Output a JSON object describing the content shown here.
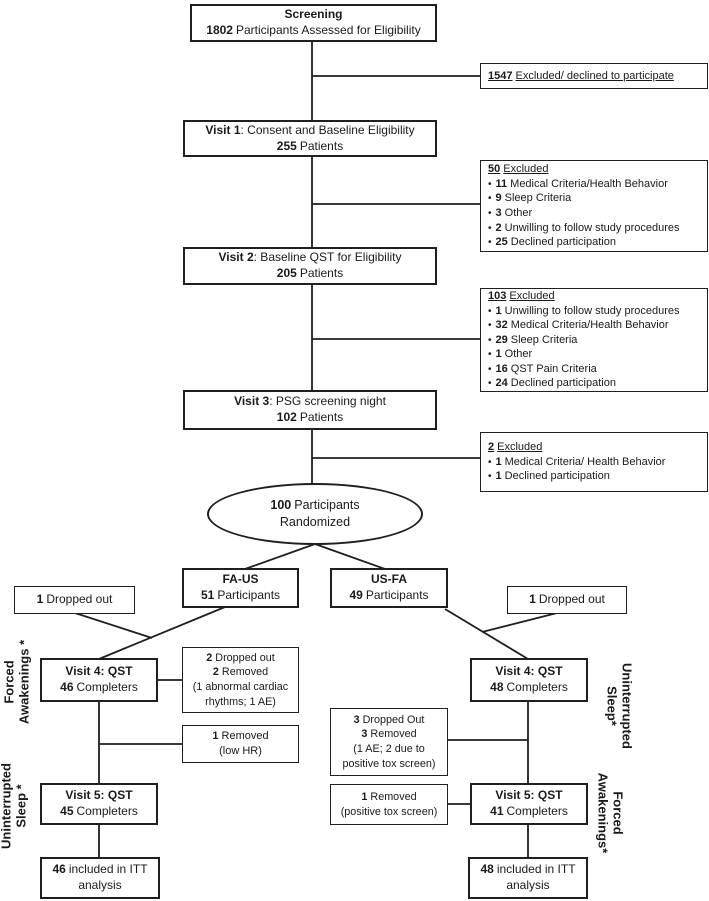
{
  "chars": {
    "bullet": "•"
  },
  "screening": {
    "title": "Screening",
    "n": "1802",
    "t": "Participants Assessed for Eligibility"
  },
  "excl_screen": {
    "n": "1547",
    "t": "Excluded/ declined to participate"
  },
  "visit1": {
    "b": "Visit 1",
    "r": ": Consent and Baseline Eligibility",
    "n": "255",
    "u": "Patients"
  },
  "excl50": {
    "n": "50",
    "t": "Excluded",
    "items": [
      {
        "n": "11",
        "t": "Medical Criteria/Health Behavior"
      },
      {
        "n": "9",
        "t": "Sleep Criteria"
      },
      {
        "n": "3",
        "t": "Other"
      },
      {
        "n": "2",
        "t": "Unwilling to follow study procedures"
      },
      {
        "n": "25",
        "t": "Declined participation"
      }
    ]
  },
  "visit2": {
    "b": "Visit 2",
    "r": ": Baseline QST for Eligibility",
    "n": "205",
    "u": "Patients"
  },
  "excl103": {
    "n": "103",
    "t": "Excluded",
    "items": [
      {
        "n": "1",
        "t": "Unwilling to follow study procedures"
      },
      {
        "n": "32",
        "t": "Medical Criteria/Health Behavior"
      },
      {
        "n": "29",
        "t": "Sleep Criteria"
      },
      {
        "n": "1",
        "t": "Other"
      },
      {
        "n": "16",
        "t": "QST Pain Criteria"
      },
      {
        "n": "24",
        "t": "Declined participation"
      }
    ]
  },
  "visit3": {
    "b": "Visit 3",
    "r": ": PSG screening night",
    "n": "102",
    "u": "Patients"
  },
  "excl2": {
    "n": "2",
    "t": "Excluded",
    "items": [
      {
        "n": "1",
        "t": "Medical Criteria/ Health Behavior"
      },
      {
        "n": "1",
        "t": "Declined participation"
      }
    ]
  },
  "randomized": {
    "n": "100",
    "t": "Participants",
    "l2": "Randomized"
  },
  "fa_us": {
    "title": "FA-US",
    "n": "51",
    "u": "Participants"
  },
  "us_fa": {
    "title": "US-FA",
    "n": "49",
    "u": "Participants"
  },
  "drop_left": {
    "n": "1",
    "t": "Dropped out"
  },
  "drop_right": {
    "n": "1",
    "t": "Dropped out"
  },
  "visit4_left": {
    "b": "Visit 4: QST",
    "n": "46",
    "u": "Completers"
  },
  "attr4_left": {
    "rows": [
      {
        "n": "2",
        "t": "Dropped out"
      },
      {
        "n": "2",
        "t": "Removed"
      },
      {
        "n": "",
        "t": "(1 abnormal cardiac"
      },
      {
        "n": "",
        "t": "rhythms; 1 AE)"
      }
    ]
  },
  "removed_left": {
    "n": "1",
    "t": "Removed",
    "sub": "(low HR)"
  },
  "visit5_left": {
    "b": "Visit 5: QST",
    "n": "45",
    "u": "Completers"
  },
  "itt_left": {
    "n": "46",
    "t": "included in ITT",
    "l2": "analysis"
  },
  "visit4_right": {
    "b": "Visit 4: QST",
    "n": "48",
    "u": "Completers"
  },
  "attr4_right": {
    "rows": [
      {
        "n": "3",
        "t": "Dropped Out"
      },
      {
        "n": "3",
        "t": "Removed"
      },
      {
        "n": "",
        "t": "(1 AE; 2 due to"
      },
      {
        "n": "",
        "t": "positive tox screen)"
      }
    ]
  },
  "removed_right": {
    "n": "1",
    "t": "Removed",
    "sub": "(positive tox screen)"
  },
  "visit5_right": {
    "b": "Visit 5: QST",
    "n": "41",
    "u": "Completers"
  },
  "itt_right": {
    "n": "48",
    "t": "included in ITT",
    "l2": "analysis"
  },
  "labels": {
    "left_top": {
      "l1": "Forced",
      "l2": "Awakenings *"
    },
    "left_bottom": {
      "l1": "Uninterrupted",
      "l2": "Sleep *"
    },
    "right_top": {
      "l1": "Uninterrupted",
      "l2": "Sleep*"
    },
    "right_bottom": {
      "l1": "Forced",
      "l2": "Awakenings*"
    }
  }
}
